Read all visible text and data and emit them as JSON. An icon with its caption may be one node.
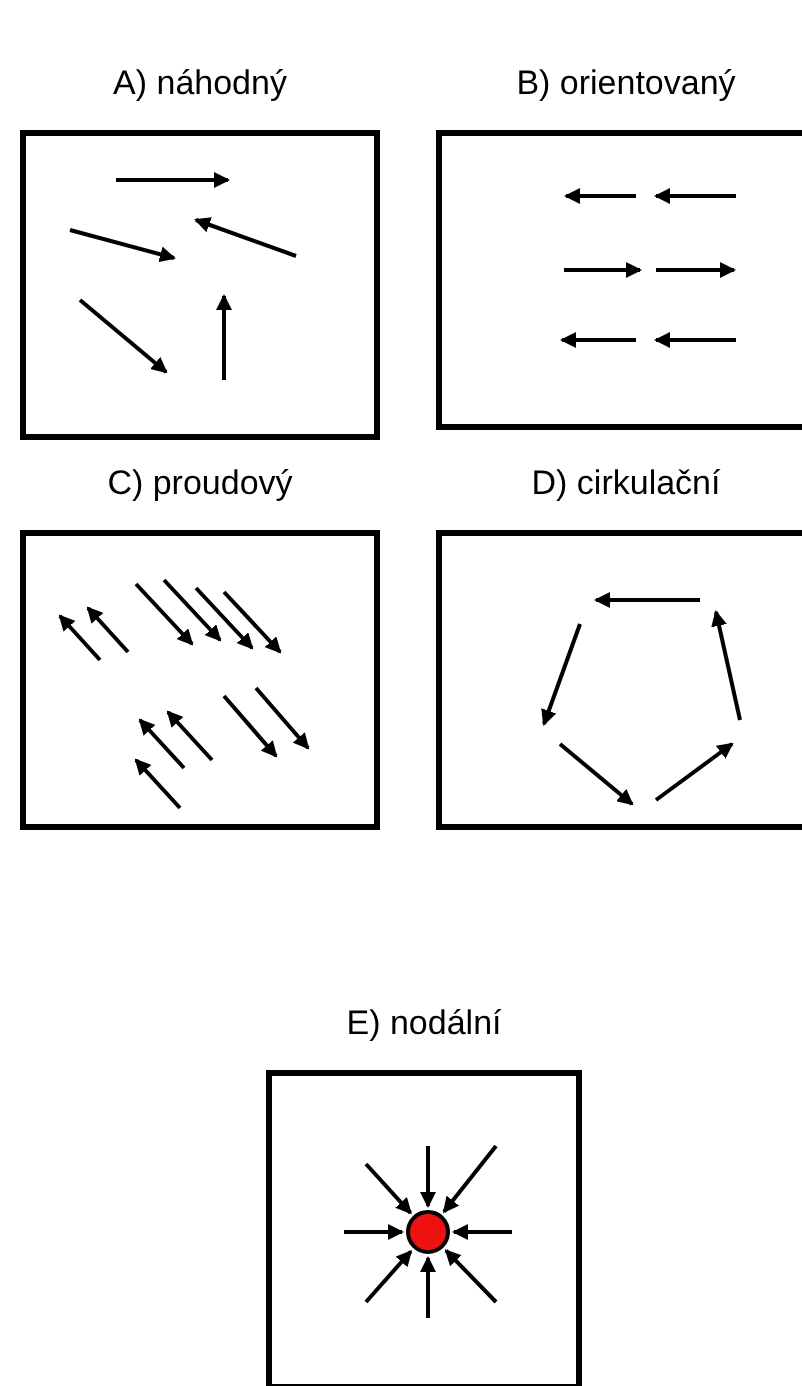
{
  "diagram": {
    "nodes": [
      {
        "text": [
          "A) náhodný"
        ]
      },
      {
        "text": [
          "B) orientovaný"
        ]
      },
      {
        "text": [
          "C) proudový"
        ]
      },
      {
        "text": [
          "D) cirkulační"
        ]
      },
      {
        "text": [
          "E) nodální"
        ]
      },
      {
        "text": [],
        "shape": "circle",
        "in": 4
      }
    ],
    "edges": [
      {
        "from": null,
        "to": 5,
        "arrow": "to"
      },
      {
        "from": null,
        "to": 5,
        "arrow": "to"
      },
      {
        "from": null,
        "to": 5,
        "arrow": "to"
      },
      {
        "from": null,
        "to": 5,
        "arrow": "to"
      },
      {
        "from": null,
        "to": 5,
        "arrow": "to"
      },
      {
        "from": null,
        "to": 5,
        "arrow": "to"
      },
      {
        "from": null,
        "to": 5,
        "arrow": "to"
      },
      {
        "from": null,
        "to": 5,
        "arrow": "to"
      }
    ]
  }
}
